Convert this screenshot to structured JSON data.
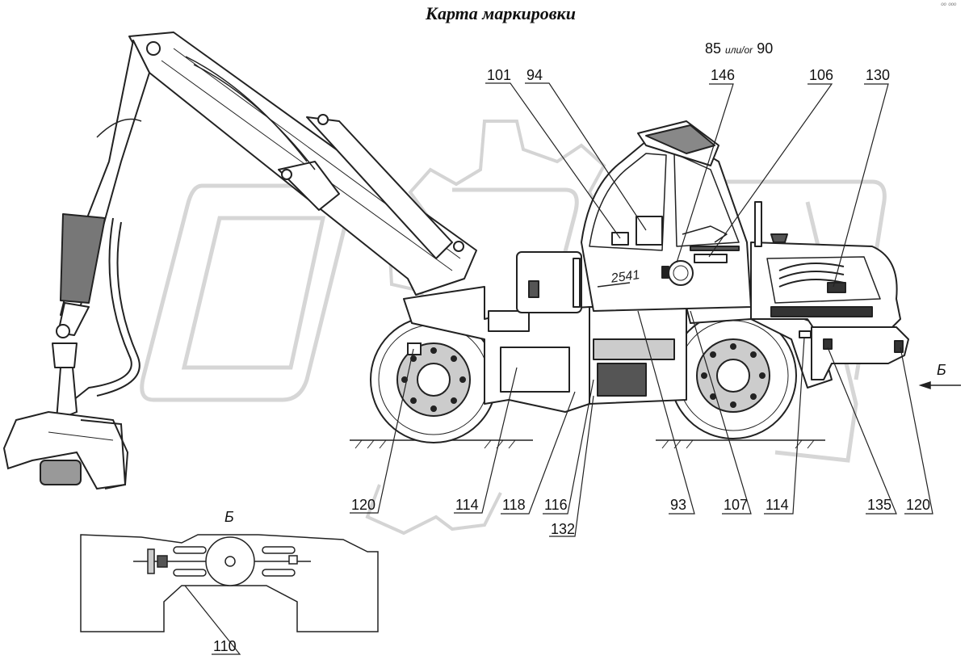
{
  "title": "Карта маркировки",
  "callouts": {
    "c101": "101",
    "c94": "94",
    "c85": "85",
    "c85_sep": "или/or",
    "c90": "90",
    "c146": "146",
    "c106": "106",
    "c130": "130",
    "c120_left": "120",
    "c114_left": "114",
    "c118": "118",
    "c116": "116",
    "c132": "132",
    "c93": "93",
    "c107": "107",
    "c114_right": "114",
    "c135": "135",
    "c120_right": "120",
    "c110": "110"
  },
  "view_label": "Б",
  "view_arrow_label": "Б",
  "machine_number": "2541",
  "watermark": "ОРАЗ",
  "corner_mark": "ºº ººº"
}
